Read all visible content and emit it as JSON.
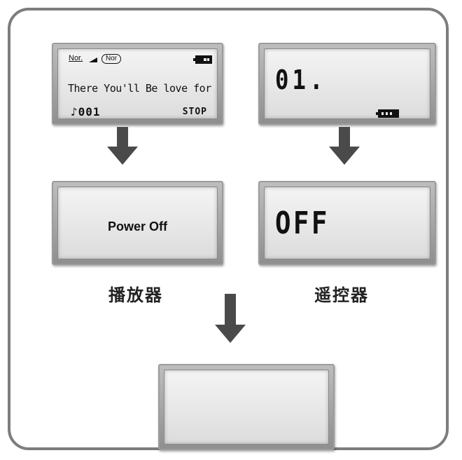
{
  "player_top": {
    "mode_label": "Nor.",
    "mode_badge": "Nor",
    "song_title": "There You'll Be love for",
    "track": "♪001",
    "status": "STOP"
  },
  "remote_top": {
    "number": "01."
  },
  "player_off": {
    "message": "Power Off"
  },
  "remote_off": {
    "message": "OFF"
  },
  "captions": {
    "player": "播放器",
    "remote": "遥控器"
  },
  "icons": {
    "battery": "battery-icon",
    "arrow": "arrow-down-icon",
    "mode_indicator": "triangle-icon"
  },
  "colors": {
    "frame": "#7d7d7d",
    "arrow": "#4a4a4a",
    "lcd_glass": "#e9e9e9"
  }
}
